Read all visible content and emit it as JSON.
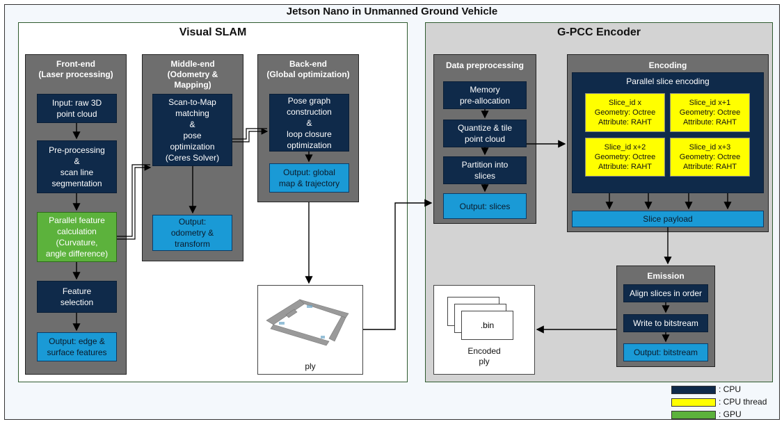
{
  "title": "Jetson Nano in Unmanned Ground Vehicle",
  "slam": {
    "title": "Visual SLAM",
    "front": {
      "title": "Front-end\n(Laser processing)",
      "input": "Input: raw 3D\npoint cloud",
      "pre": "Pre-processing\n&\nscan line\nsegmentation",
      "parallel": "Parallel feature\ncalculation\n(Curvature,\nangle difference)",
      "feature": "Feature\nselection",
      "output": "Output: edge &\nsurface features"
    },
    "middle": {
      "title": "Middle-end\n(Odometry &\nMapping)",
      "scan": "Scan-to-Map\nmatching\n&\npose\noptimization\n(Ceres Solver)",
      "output": "Output:\nodometry &\ntransform"
    },
    "back": {
      "title": "Back-end\n(Global optimization)",
      "pose": "Pose graph\nconstruction\n&\nloop closure\noptimization",
      "output": "Output: global\nmap & trajectory"
    },
    "ply_label": "ply"
  },
  "gpcc": {
    "title": "G-PCC Encoder",
    "prep": {
      "title": "Data preprocessing",
      "memory": "Memory\npre-allocation",
      "quantize": "Quantize & tile\npoint cloud",
      "partition": "Partition into\nslices",
      "output": "Output: slices"
    },
    "encoding": {
      "title": "Encoding",
      "parallel": "Parallel slice encoding",
      "slices": [
        "Slice_id x\nGeometry: Octree\nAttribute: RAHT",
        "Slice_id x+1\nGeometry: Octree\nAttribute: RAHT",
        "Slice_id x+2\nGeometry: Octree\nAttribute: RAHT",
        "Slice_id x+3\nGeometry: Octree\nAttribute: RAHT"
      ],
      "payload": "Slice payload"
    },
    "emission": {
      "title": "Emission",
      "align": "Align slices in order",
      "write": "Write to bitstream",
      "output": "Output: bitstream"
    },
    "bin_label": ".bin",
    "encoded_label": "Encoded\nply"
  },
  "legend": [
    {
      "label": ": CPU",
      "color": "#0f2a4a"
    },
    {
      "label": ": CPU thread",
      "color": "#ffff00"
    },
    {
      "label": ": GPU",
      "color": "#5cb23c"
    }
  ],
  "colors": {
    "cpu": "#0f2a4a",
    "output": "#1a9ad6",
    "gpu": "#5cb23c",
    "thread": "#ffff00",
    "stage": "#6e6e6e",
    "gpcc_bg": "#d3d3d3"
  }
}
